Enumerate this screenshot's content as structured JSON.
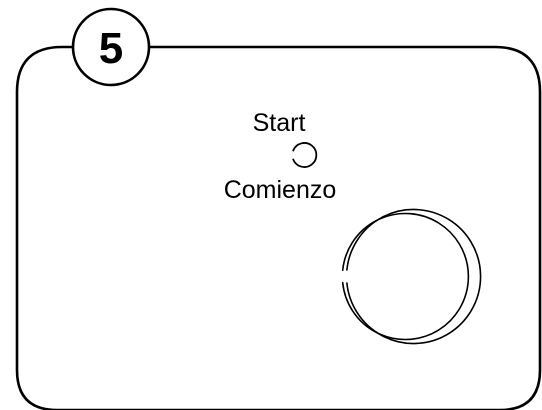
{
  "step": {
    "number": "5"
  },
  "panel": {
    "start_label": "Start",
    "comienzo_label": "Comienzo"
  },
  "colors": {
    "line": "#000000",
    "background": "#ffffff"
  },
  "icons": {
    "indicator": "ring-indicator-icon",
    "button": "round-button-icon"
  }
}
